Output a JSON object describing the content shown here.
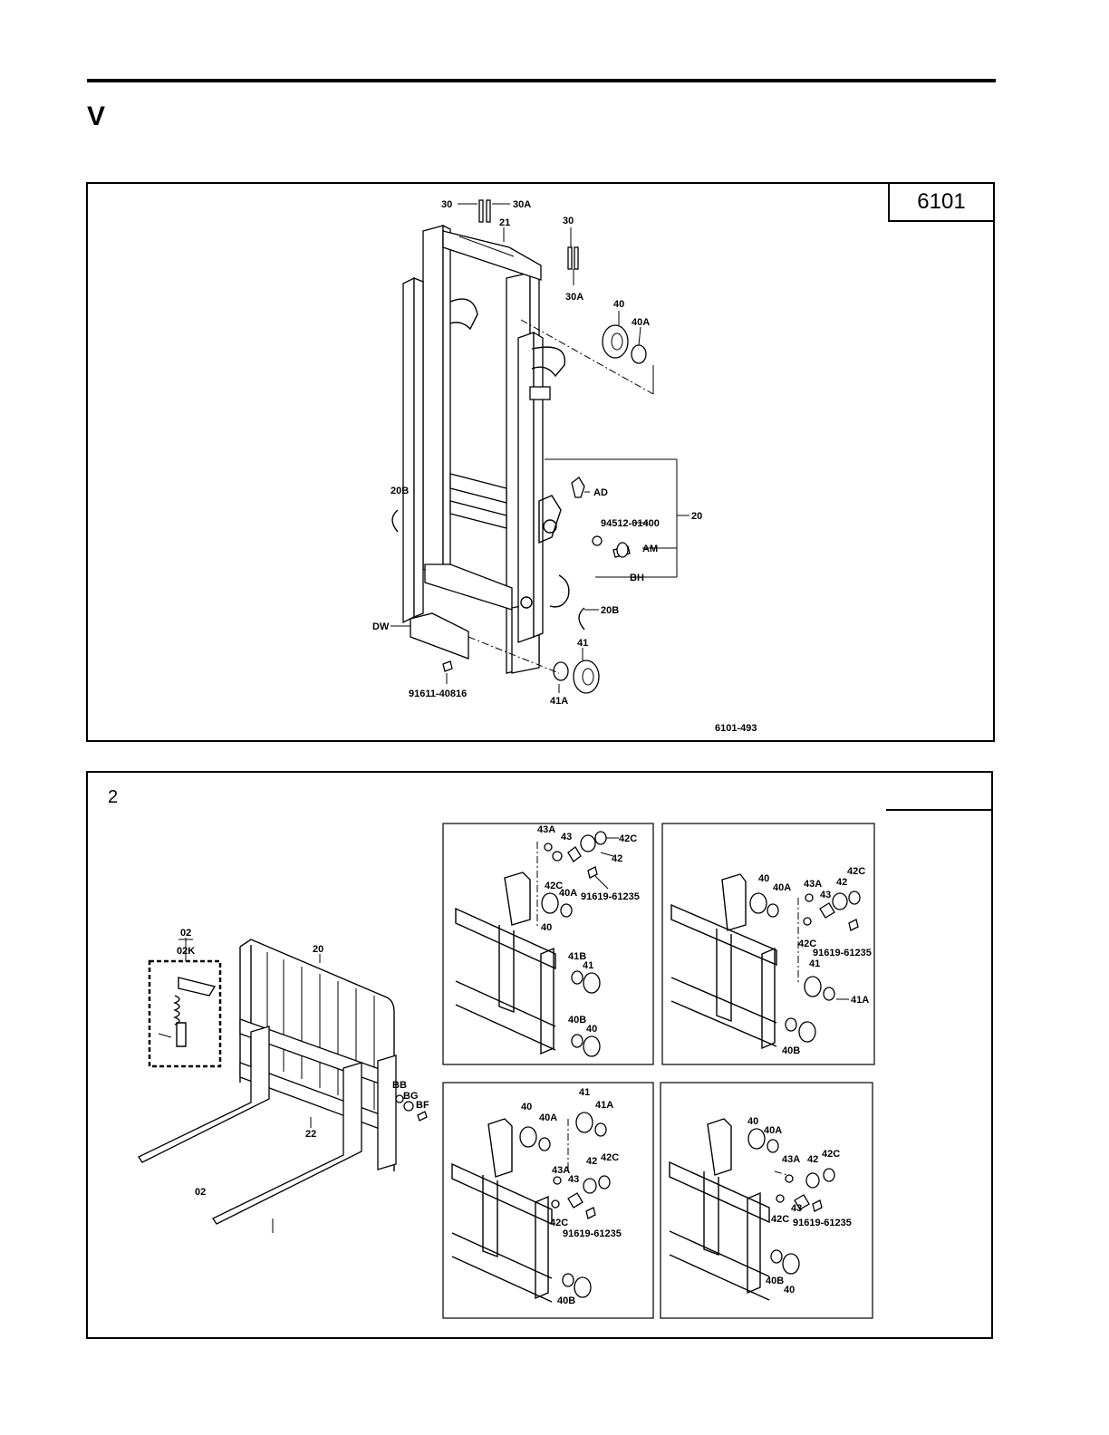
{
  "header": {
    "section_letter": "V"
  },
  "figure1": {
    "figure_number": "6101",
    "drawing_number": "6101-493",
    "labels": {
      "l30a_top": "30",
      "l30A_top": "30A",
      "l21": "21",
      "l30_right": "30",
      "l30A_right": "30A",
      "l40": "40",
      "l40A": "40A",
      "lAD": "AD",
      "l20": "20",
      "l94512": "94512-01400",
      "lAM": "AM",
      "lBH": "BH",
      "l20B_left": "20B",
      "l20B_right": "20B",
      "lDW": "DW",
      "l41": "41",
      "l41A": "41A",
      "l91611": "91611-40816"
    }
  },
  "figure2": {
    "panel_number": "2",
    "main_labels": {
      "l02_top": "02",
      "l02K": "02K",
      "l20": "20",
      "l22": "22",
      "l02_bottom": "02",
      "lBB": "BB",
      "lBG": "BG",
      "lBF": "BF"
    },
    "detail_a": {
      "l43A": "43A",
      "l43": "43",
      "l42C_top": "42C",
      "l42": "42",
      "l42C_mid": "42C",
      "l91619": "91619-61235",
      "l40A": "40A",
      "l40": "40",
      "l41B": "41B",
      "l41": "41",
      "l40B": "40B",
      "l40_bottom": "40"
    },
    "detail_b": {
      "l40": "40",
      "l40A": "40A",
      "l43A": "43A",
      "l42": "42",
      "l42C_top": "42C",
      "l43": "43",
      "l42C_mid": "42C",
      "l91619": "91619-61235",
      "l41": "41",
      "l41A": "41A",
      "l40B": "40B"
    },
    "detail_c": {
      "l41": "41",
      "l40": "40",
      "l40A": "40A",
      "l41A": "41A",
      "l42": "42",
      "l42C_top": "42C",
      "l43A": "43A",
      "l43": "43",
      "l42C_bottom": "42C",
      "l91619": "91619-61235",
      "l40B": "40B"
    },
    "detail_d": {
      "l40": "40",
      "l40A": "40A",
      "l43A": "43A",
      "l42": "42",
      "l42C_top": "42C",
      "l43": "43",
      "l42C_bottom": "42C",
      "l91619": "91619-61235",
      "l40B": "40B",
      "l40_bottom": "40"
    }
  }
}
